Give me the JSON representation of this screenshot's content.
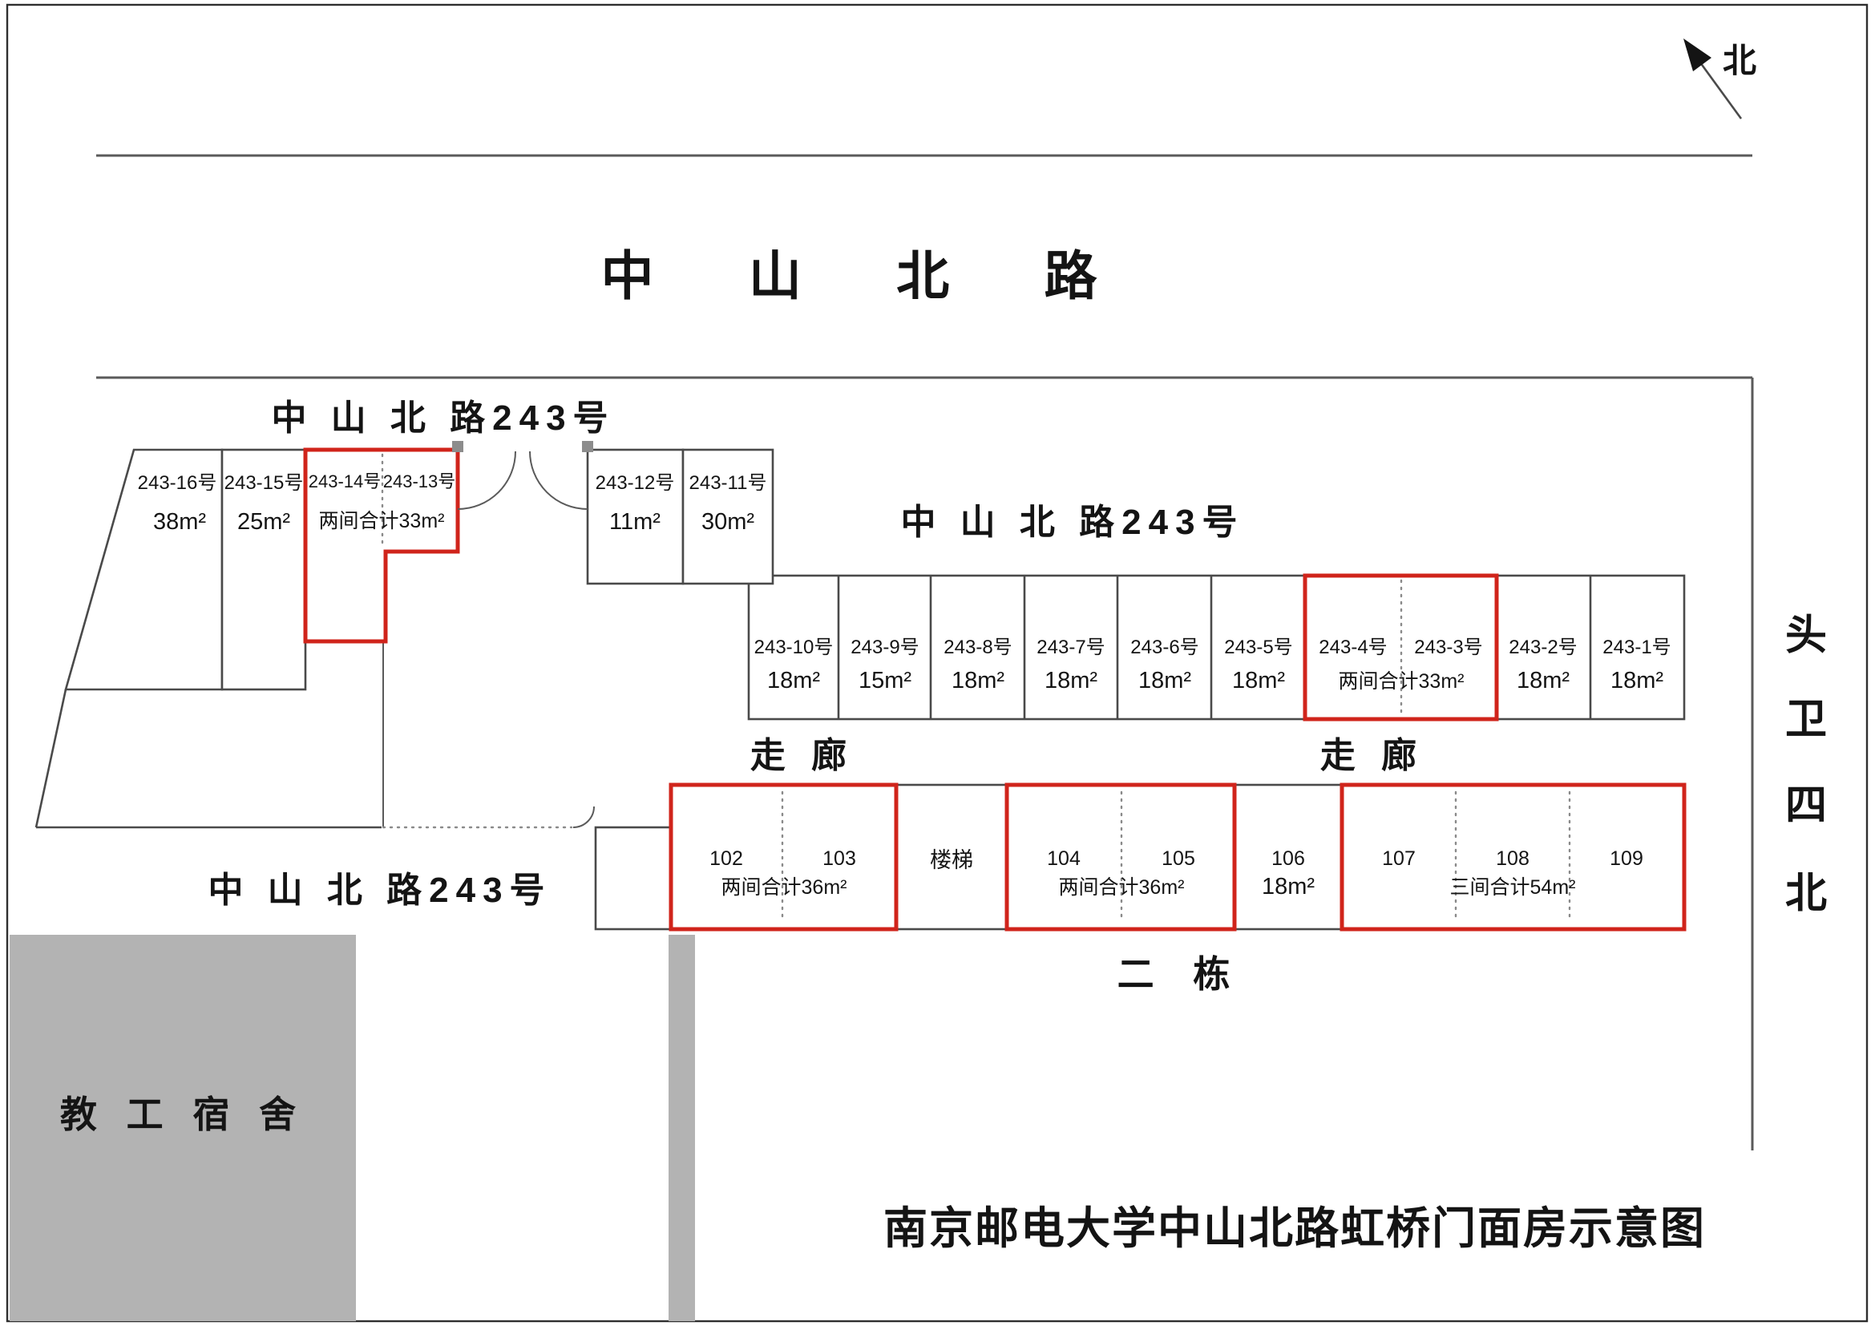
{
  "colors": {
    "highlight_red": "#d0241b",
    "gray_block": "#b3b3b3",
    "outline": "#4a4a4a"
  },
  "compass": {
    "north_label": "北"
  },
  "road_top": {
    "name": "中 山 北 路"
  },
  "side_street": {
    "char_1": "头",
    "char_2": "卫",
    "char_3": "四",
    "char_4": "北"
  },
  "labels": {
    "row1_address": "中 山 北 路243号",
    "row2_address": "中 山 北 路243号",
    "row3_address": "中 山 北 路243号",
    "building2": "二 栋"
  },
  "row1": {
    "unit_16": {
      "no": "243-16号",
      "area": "38m²"
    },
    "unit_15": {
      "no": "243-15号",
      "area": "25m²"
    },
    "unit_14_13": {
      "no_left": "243-14号",
      "no_right": "243-13号",
      "area": "两间合计33m²"
    },
    "unit_12": {
      "no": "243-12号",
      "area": "11m²"
    },
    "unit_11": {
      "no": "243-11号",
      "area": "30m²"
    }
  },
  "row2": {
    "unit_10": {
      "no": "243-10号",
      "area": "18m²"
    },
    "unit_9": {
      "no": "243-9号",
      "area": "15m²"
    },
    "unit_8": {
      "no": "243-8号",
      "area": "18m²"
    },
    "unit_7": {
      "no": "243-7号",
      "area": "18m²"
    },
    "unit_6": {
      "no": "243-6号",
      "area": "18m²"
    },
    "unit_5": {
      "no": "243-5号",
      "area": "18m²"
    },
    "unit_4_3": {
      "no_left": "243-4号",
      "no_right": "243-3号",
      "area": "两间合计33m²"
    },
    "unit_2": {
      "no": "243-2号",
      "area": "18m²"
    },
    "unit_1": {
      "no": "243-1号",
      "area": "18m²"
    }
  },
  "corridors": {
    "left": "走 廊",
    "right": "走 廊"
  },
  "row3": {
    "unit_102_103": {
      "no_left": "102",
      "no_right": "103",
      "area": "两间合计36m²"
    },
    "stairs": {
      "label": "楼梯"
    },
    "unit_104_105": {
      "no_left": "104",
      "no_right": "105",
      "area": "两间合计36m²"
    },
    "unit_106": {
      "no": "106",
      "area": "18m²"
    },
    "unit_107_108_109": {
      "no_a": "107",
      "no_b": "108",
      "no_c": "109",
      "area": "三间合计54m²"
    }
  },
  "dormitory": {
    "label": "教 工 宿 舍"
  },
  "title": {
    "text": "南京邮电大学中山北路虹桥门面房示意图"
  }
}
